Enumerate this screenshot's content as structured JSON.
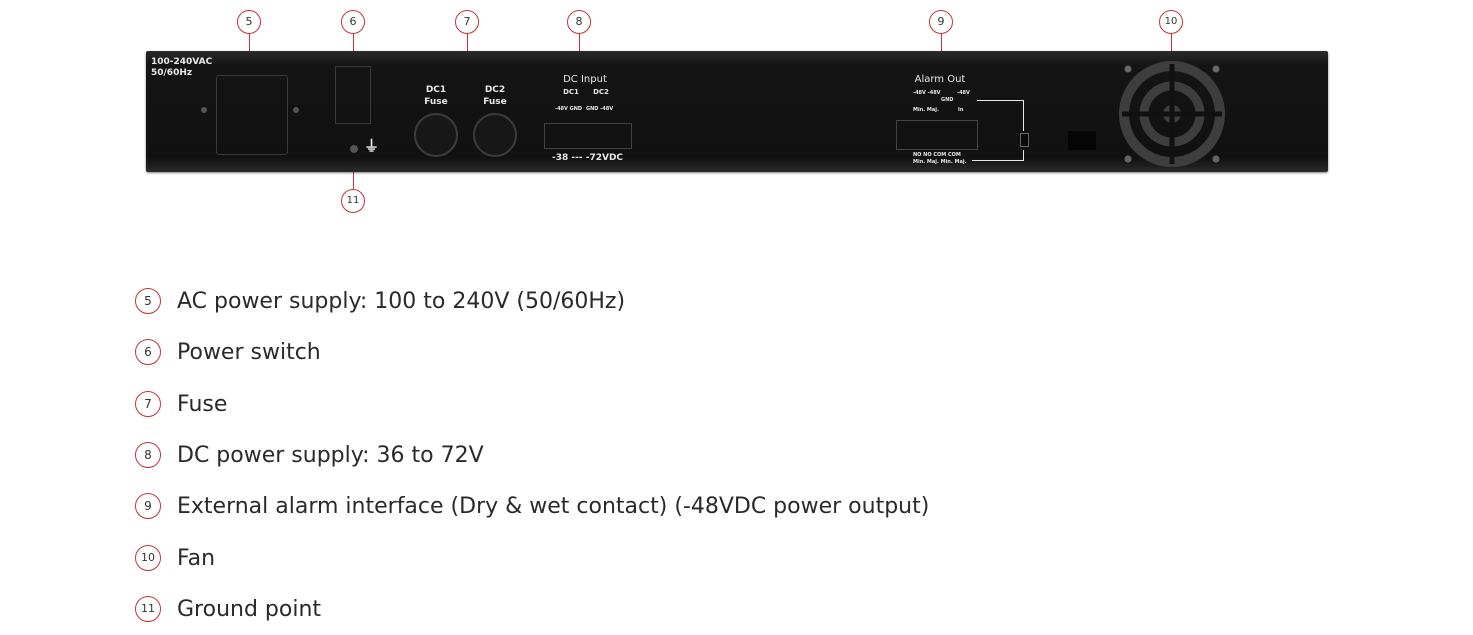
{
  "panel": {
    "ac_rating_line1": "100-240VAC",
    "ac_rating_line2": "50/60Hz",
    "dc1_fuse_line1": "DC1",
    "dc1_fuse_line2": "Fuse",
    "dc2_fuse_line1": "DC2",
    "dc2_fuse_line2": "Fuse",
    "dc_input_title": "DC Input",
    "dc1_label": "DC1",
    "dc2_label": "DC2",
    "dc1_pins": "-48V GND",
    "dc2_pins": "GND -48V",
    "dc_voltage_range": "-38 --- -72VDC",
    "alarm_title": "Alarm Out",
    "alarm_top_pins": "-48V -48V",
    "alarm_top_right": "-48V",
    "alarm_gnd": "GND",
    "alarm_in": "In",
    "alarm_min_maj_top": "Min. Maj.",
    "alarm_no_com": "NO  NO  COM COM",
    "alarm_min_maj_bottom": "Min. Maj. Min. Maj.",
    "ground_symbol": "⏚"
  },
  "callouts": [
    {
      "number": "5"
    },
    {
      "number": "6"
    },
    {
      "number": "7"
    },
    {
      "number": "8"
    },
    {
      "number": "9"
    },
    {
      "number": "10"
    },
    {
      "number": "11"
    }
  ],
  "legend": [
    {
      "number": "5",
      "text": "AC power supply: 100 to 240V (50/60Hz)"
    },
    {
      "number": "6",
      "text": "Power switch"
    },
    {
      "number": "7",
      "text": "Fuse"
    },
    {
      "number": "8",
      "text": "DC power supply: 36 to 72V"
    },
    {
      "number": "9",
      "text": "External alarm interface (Dry & wet contact) (-48VDC power output)"
    },
    {
      "number": "10",
      "text": "Fan"
    },
    {
      "number": "11",
      "text": "Ground point"
    }
  ],
  "colors": {
    "callout_accent": "#c8323a",
    "device_body": "#141414",
    "panel_text": "#e8e8e8"
  }
}
